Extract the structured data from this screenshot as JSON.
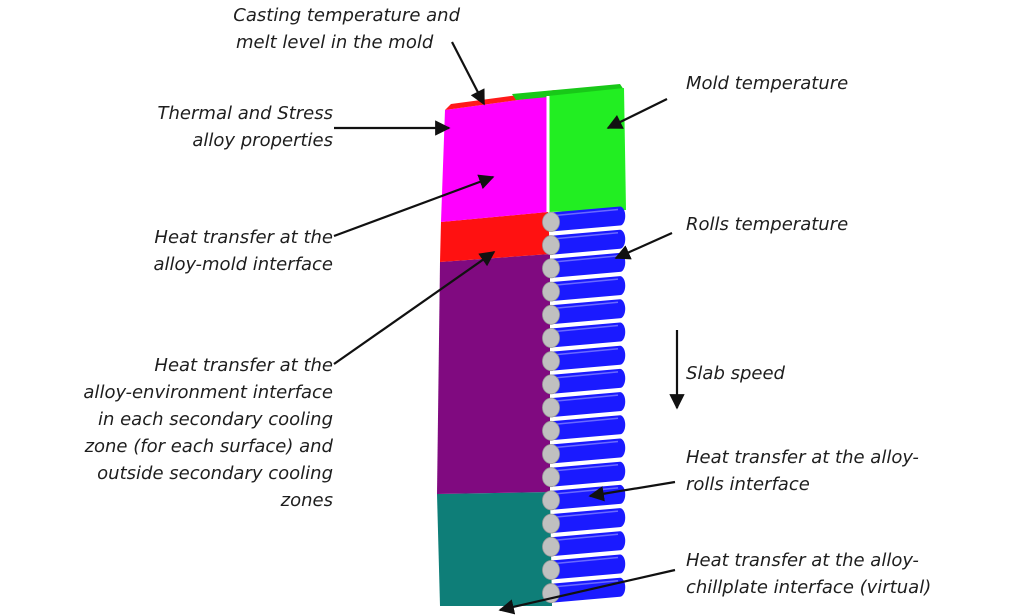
{
  "colors": {
    "melt_top": "#ff1a1a",
    "alloy_properties": "#ff00ff",
    "mold": "#22ee22",
    "mold_interface": "#ff1111",
    "secondary_cooling": "#800a80",
    "chillplate_zone": "#0e7e78",
    "rolls": "#1a1aff",
    "roll_ends": "#c0c0c0",
    "arrow": "#111111",
    "text": "#1e1e1e"
  },
  "labels": {
    "casting_temperature": [
      "Casting temperature and",
      "melt level in the mold"
    ],
    "thermal_stress": [
      "Thermal and Stress",
      "alloy properties"
    ],
    "heat_transfer_mold": [
      "Heat transfer at the",
      "alloy-mold interface"
    ],
    "heat_transfer_environment": [
      "Heat transfer at the",
      "alloy-environment interface",
      "in each secondary cooling",
      "zone (for each surface) and",
      "outside secondary cooling",
      "zones"
    ],
    "mold_temperature": [
      "Mold temperature"
    ],
    "rolls_temperature": [
      "Rolls temperature"
    ],
    "slab_speed": [
      "Slab speed"
    ],
    "heat_transfer_rolls": [
      "Heat transfer at the alloy-",
      "rolls interface"
    ],
    "heat_transfer_chillplate": [
      "Heat transfer at the alloy-",
      "chillplate interface (virtual)"
    ]
  },
  "icons": {
    "leader_arrow": "arrow-icon",
    "slab_speed_arrow": "down-arrow-icon"
  }
}
